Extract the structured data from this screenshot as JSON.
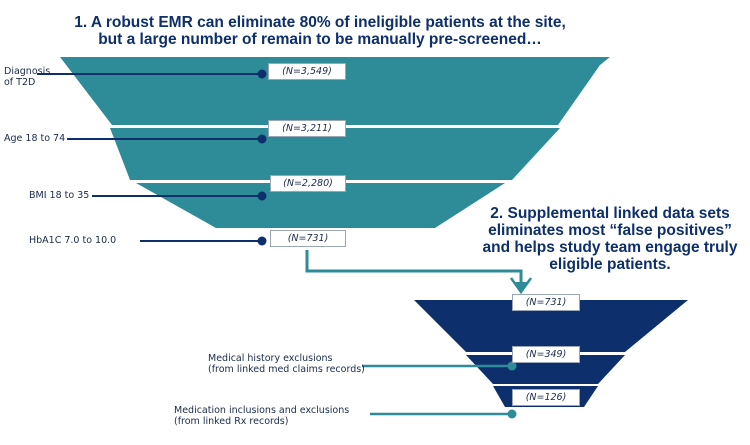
{
  "titles": {
    "step1_line1": "1. A robust EMR can eliminate 80% of ineligible patients at the site,",
    "step1_line2": "but a large number of remain to be manually pre-screened…",
    "step2_line1": "2. Supplemental linked data sets",
    "step2_line2": "eliminates most “false positives”",
    "step2_line3": "and helps study team engage truly",
    "step2_line4": "eligible patients."
  },
  "funnel1": {
    "color": "#2e8c98",
    "stages": [
      {
        "label_line1": "Diagnosis",
        "label_line2": "of T2D",
        "n_label": "(N=3,549)",
        "n": 3549
      },
      {
        "label_line1": "Age 18 to 74",
        "label_line2": "",
        "n_label": "(N=3,211)",
        "n": 3211
      },
      {
        "label_line1": "BMI 18 to 35",
        "label_line2": "",
        "n_label": "(N=2,280)",
        "n": 2280
      },
      {
        "label_line1": "HbA1C 7.0 to 10.0",
        "label_line2": "",
        "n_label": "(N=731)",
        "n": 731
      }
    ]
  },
  "funnel2": {
    "color": "#0d2f6b",
    "stages": [
      {
        "n_label": "(N=731)",
        "n": 731
      },
      {
        "n_label": "(N=349)",
        "n": 349
      },
      {
        "n_label": "(N=126)",
        "n": 126
      }
    ],
    "exclusions": [
      {
        "line1": "Medical history exclusions",
        "line2": "(from linked med claims records)"
      },
      {
        "line1": "Medication inclusions and exclusions",
        "line2": "(from linked Rx records)"
      }
    ]
  },
  "colors": {
    "leader_dark": "#0d2f6b",
    "leader_teal": "#2e8c98",
    "arrow": "#2e8c98"
  }
}
